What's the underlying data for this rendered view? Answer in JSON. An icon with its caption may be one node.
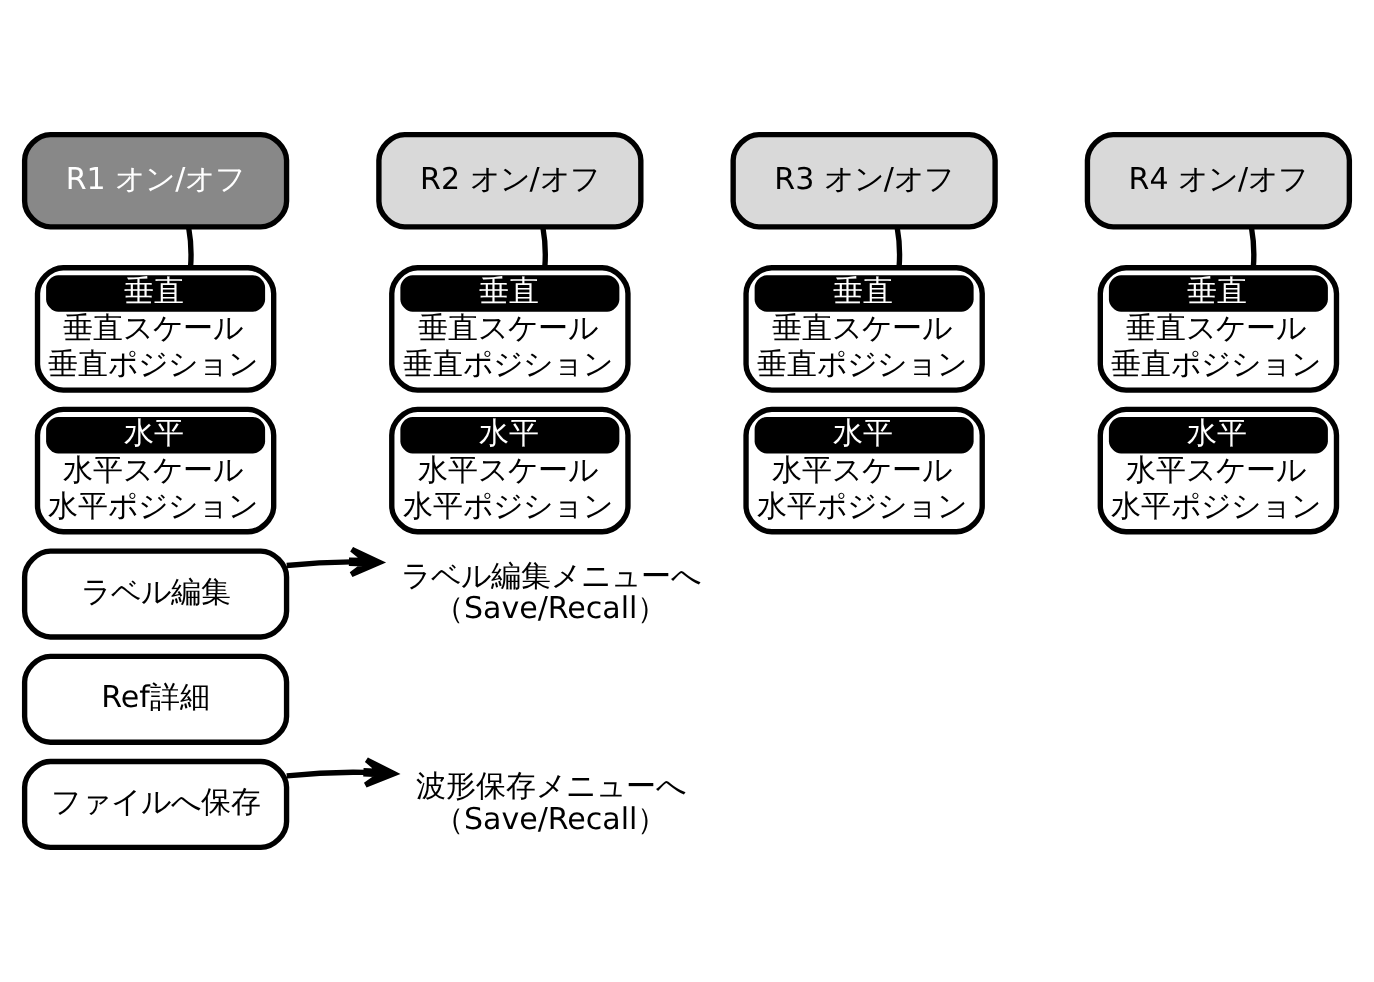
{
  "diagram": {
    "nodes": [
      {
        "text": [
          "R1 オン/オフ"
        ]
      },
      {
        "text": [
          "R2 オン/オフ"
        ]
      },
      {
        "text": [
          "R3 オン/オフ"
        ]
      },
      {
        "text": [
          "R4 オン/オフ"
        ]
      },
      {
        "text": [
          "垂直",
          "垂直スケール",
          "垂直ポジション"
        ]
      },
      {
        "text": [
          "垂直",
          "垂直スケール",
          "垂直ポジション"
        ]
      },
      {
        "text": [
          "垂直",
          "垂直スケール",
          "垂直ポジション"
        ]
      },
      {
        "text": [
          "垂直",
          "垂直スケール",
          "垂直ポジション"
        ]
      },
      {
        "text": [
          "水平",
          "水平スケール",
          "水平ポジション"
        ]
      },
      {
        "text": [
          "水平",
          "水平スケール",
          "水平ポジション"
        ]
      },
      {
        "text": [
          "水平",
          "水平スケール",
          "水平ポジション"
        ]
      },
      {
        "text": [
          "水平",
          "水平スケール",
          "水平ポジション"
        ]
      },
      {
        "text": [
          "ラベル編集"
        ]
      },
      {
        "text": [
          "ラベル編集メニューへ",
          "（Save/Recall）"
        ]
      },
      {
        "text": [
          "Ref詳細"
        ]
      },
      {
        "text": [
          "ファイルへ保存"
        ]
      },
      {
        "text": [
          "波形保存メニューへ",
          "（Save/Recall）"
        ]
      }
    ],
    "edges": [
      {
        "from": 0,
        "to": 4,
        "arrow": "none"
      },
      {
        "from": 1,
        "to": 5,
        "arrow": "none"
      },
      {
        "from": 2,
        "to": 6,
        "arrow": "none"
      },
      {
        "from": 3,
        "to": 7,
        "arrow": "none"
      },
      {
        "from": 12,
        "to": 13,
        "arrow": "to"
      },
      {
        "from": 15,
        "to": 16,
        "arrow": "to"
      }
    ]
  }
}
